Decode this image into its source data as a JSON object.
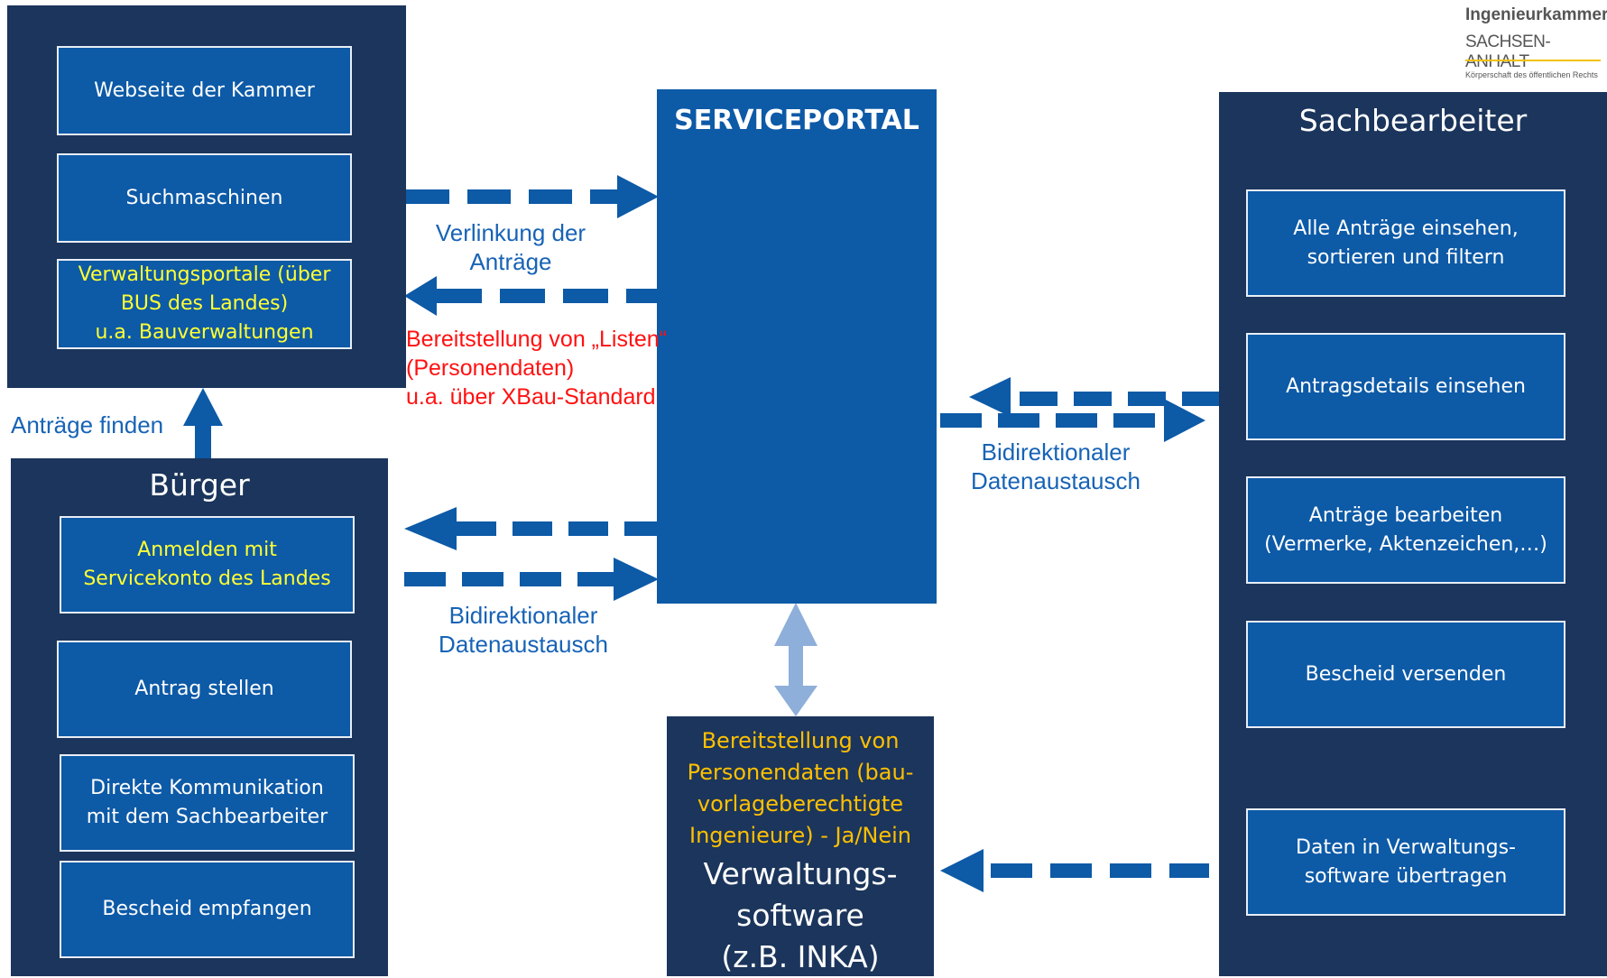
{
  "logo": {
    "line1": "Ingenieurkammer",
    "line2": "SACHSEN-ANHALT",
    "line3": "Körperschaft des öffentlichen Rechts"
  },
  "top_left_panel": {
    "items": [
      "Webseite der Kammer",
      "Suchmaschinen"
    ],
    "highlight_item": "Verwaltungsportale (über\nBUS des Landes)\nu.a. Bauverwaltungen"
  },
  "buerger_panel": {
    "title": "Bürger",
    "highlight_item": "Anmelden mit\nServicekonto des Landes",
    "items": [
      "Antrag stellen",
      "Direkte Kommunikation\nmit dem Sachbearbeiter",
      "Bescheid empfangen"
    ]
  },
  "serviceportal": {
    "title": "SERVICEPORTAL"
  },
  "sachbearbeiter_panel": {
    "title": "Sachbearbeiter",
    "items": [
      "Alle Anträge einsehen,\nsortieren und filtern",
      "Antragsdetails einsehen",
      "Anträge bearbeiten\n(Vermerke, Aktenzeichen,…)",
      "Bescheid versenden",
      "Daten in Verwaltungs-\nsoftware übertragen"
    ]
  },
  "verwaltungssoftware": {
    "highlight": "Bereitstellung von\nPersonendaten (bau-\nvorlageberechtigte\nIngenieure) -  Ja/Nein",
    "title": "Verwaltungs-\nsoftware\n(z.B. INKA)"
  },
  "labels": {
    "verlinkung": "Verlinkung der\nAnträge",
    "bereitstellung_listen": "Bereitstellung von „Listen“\n (Personendaten)\nu.a. über XBau-Standard",
    "antraege_finden": "Anträge finden",
    "bidi_left": "Bidirektionaler\nDatenaustausch",
    "bidi_right": "Bidirektionaler\nDatenaustausch"
  },
  "colors": {
    "panel": "#1b355c",
    "box": "#0d5aa7",
    "arrow": "#0d5aa7",
    "arrow_light": "#8eafd9",
    "label_blue": "#1763b6",
    "label_red": "#ff1111",
    "highlight_yellow": "#ffff33",
    "highlight_orange": "#ffc000"
  }
}
